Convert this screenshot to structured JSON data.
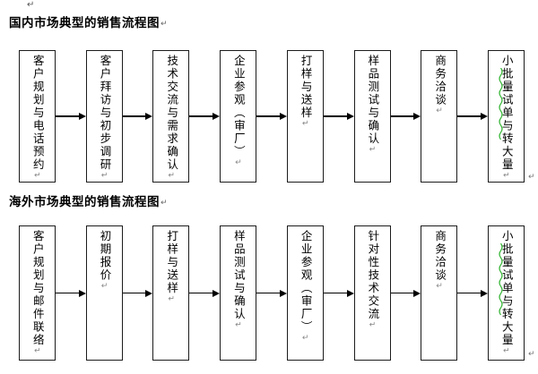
{
  "marks": {
    "line_break": "↵"
  },
  "colors": {
    "box_border": "#1c1c1c",
    "arrow": "#000000",
    "spellcheck_underline": "#3cb83c",
    "mark_gray": "#888888"
  },
  "flows": [
    {
      "title": "国内市场典型的销售流程图",
      "steps": [
        {
          "label": "客户规划与电话预约"
        },
        {
          "label": "客户拜访与初步调研"
        },
        {
          "label": "技术交流与需求确认"
        },
        {
          "label": "企业参观（审厂）"
        },
        {
          "label": "打样与送样"
        },
        {
          "label": "样品测试与确认"
        },
        {
          "label": "商务洽谈"
        },
        {
          "label": "小批量试单与转大量",
          "spellcheck": true
        }
      ]
    },
    {
      "title": "海外市场典型的销售流程图",
      "steps": [
        {
          "label": "客户规划与邮件联络"
        },
        {
          "label": "初期报价"
        },
        {
          "label": "打样与送样"
        },
        {
          "label": "样品测试与确认"
        },
        {
          "label": "企业参观（审厂）"
        },
        {
          "label": "针对性技术交流"
        },
        {
          "label": "商务洽谈"
        },
        {
          "label": "小批量试单与转大量",
          "spellcheck": true
        }
      ]
    }
  ]
}
